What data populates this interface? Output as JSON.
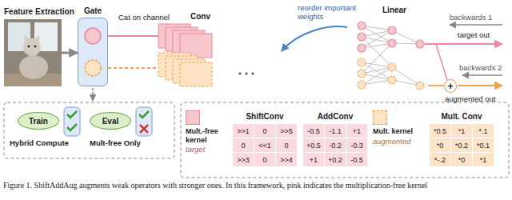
{
  "diagram": {
    "caption": "Figure 1. ShiftAddAug augments weak operators with stronger ones. In this framework, pink indicates the multiplication-free kernel",
    "nodes": [
      {
        "text": [
          "Feature Extraction"
        ]
      },
      {
        "text": [
          "Gate"
        ]
      },
      {
        "text": [
          "Conv"
        ]
      },
      {
        "text": [
          "Linear"
        ]
      },
      {
        "text": [
          "+"
        ]
      },
      {
        "text": [
          "Train"
        ]
      },
      {
        "text": [
          "Eval"
        ]
      },
      {
        "text": [
          "ShiftConv",
          ">>1",
          "0",
          ">>5",
          "0",
          "<<1",
          "0",
          ">>3",
          "0",
          ">>4"
        ]
      },
      {
        "text": [
          "AddConv",
          "-0.5",
          "-1.1",
          "+1",
          "+0.5",
          "-0.2",
          "-0.3",
          "+1",
          "+0.2",
          "-0.5"
        ]
      },
      {
        "text": [
          "Mult. Conv",
          "*0.5",
          "*1",
          "*.1",
          "*0",
          "*0.2",
          "*0.1",
          "*-.2",
          "*0",
          "*1"
        ]
      }
    ],
    "edges": [
      {
        "from": 0,
        "to": 1,
        "arrow": "to"
      },
      {
        "from": 1,
        "to": 2,
        "arrow": "none"
      },
      {
        "from": 1,
        "to": 2,
        "arrow": "none"
      },
      {
        "from": 3,
        "to": 4,
        "arrow": "none"
      }
    ],
    "labels": [
      "Cat on channel",
      "reorder important weights",
      "backwards 1",
      "target out",
      "backwards 2",
      "augmented out",
      "Hybrid Compute",
      "Mult-free Only",
      "target",
      "augmented"
    ],
    "legend": [
      {
        "text": "Mult.-free kernel",
        "color": "#f7c5cc"
      },
      {
        "text": "Mult. kernel",
        "color": "#fde2c4"
      }
    ]
  }
}
